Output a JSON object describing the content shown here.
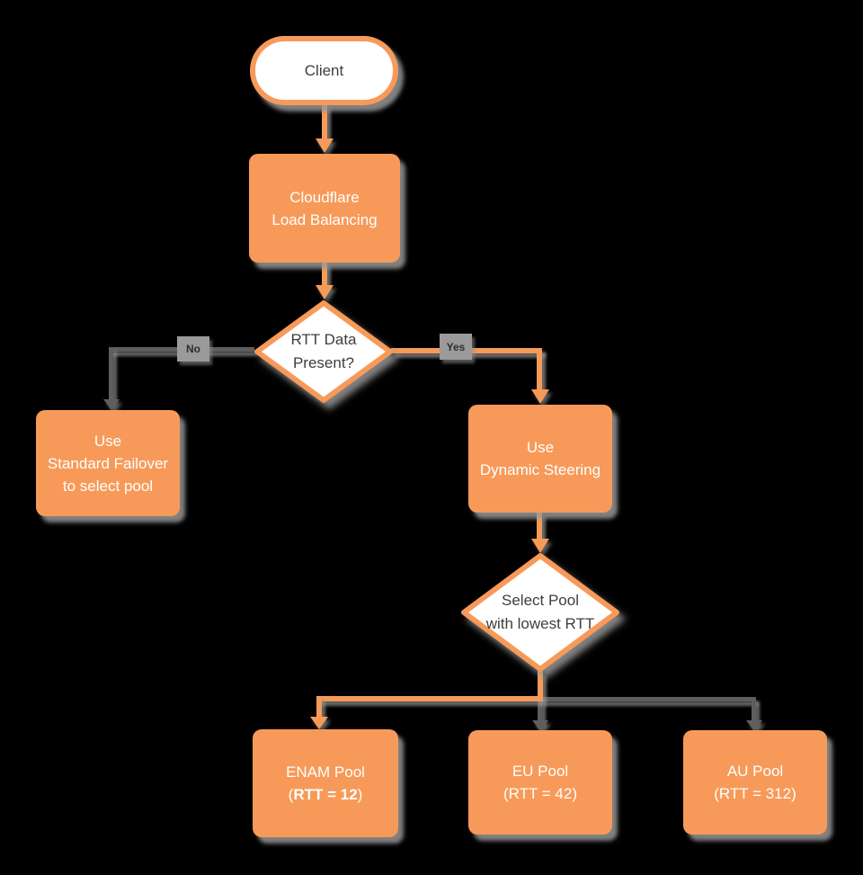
{
  "background_color": "#000000",
  "colors": {
    "node_fill": "#f79a59",
    "node_text": "#ffffff",
    "decision_fill": "#ffffff",
    "decision_border": "#f79a59",
    "decision_text": "#3e3e3e",
    "connector_orange": "#f79a59",
    "connector_gray": "#5e5e5e",
    "edge_label_bg": "#9a9a9a",
    "edge_label_text": "#2e2e2e",
    "shadow": "#989898"
  },
  "nodes": {
    "client": {
      "label": "Client"
    },
    "load_balancing": {
      "line1": "Cloudflare",
      "line2": "Load Balancing"
    },
    "rtt_decision": {
      "line1": "RTT Data",
      "line2": "Present?"
    },
    "standard_failover": {
      "line1": "Use",
      "line2": "Standard Failover",
      "line3": "to select pool"
    },
    "dynamic_steering": {
      "line1": "Use",
      "line2": "Dynamic Steering"
    },
    "select_pool": {
      "line1": "Select Pool",
      "line2": "with lowest RTT"
    },
    "enam_pool": {
      "line1": "ENAM Pool",
      "line2_prefix": "(",
      "line2_bold": "RTT = 12",
      "line2_suffix": ")"
    },
    "eu_pool": {
      "line1": "EU Pool",
      "line2": "(RTT = 42)"
    },
    "au_pool": {
      "line1": "AU Pool",
      "line2": "(RTT = 312)"
    }
  },
  "edge_labels": {
    "no": "No",
    "yes": "Yes"
  }
}
